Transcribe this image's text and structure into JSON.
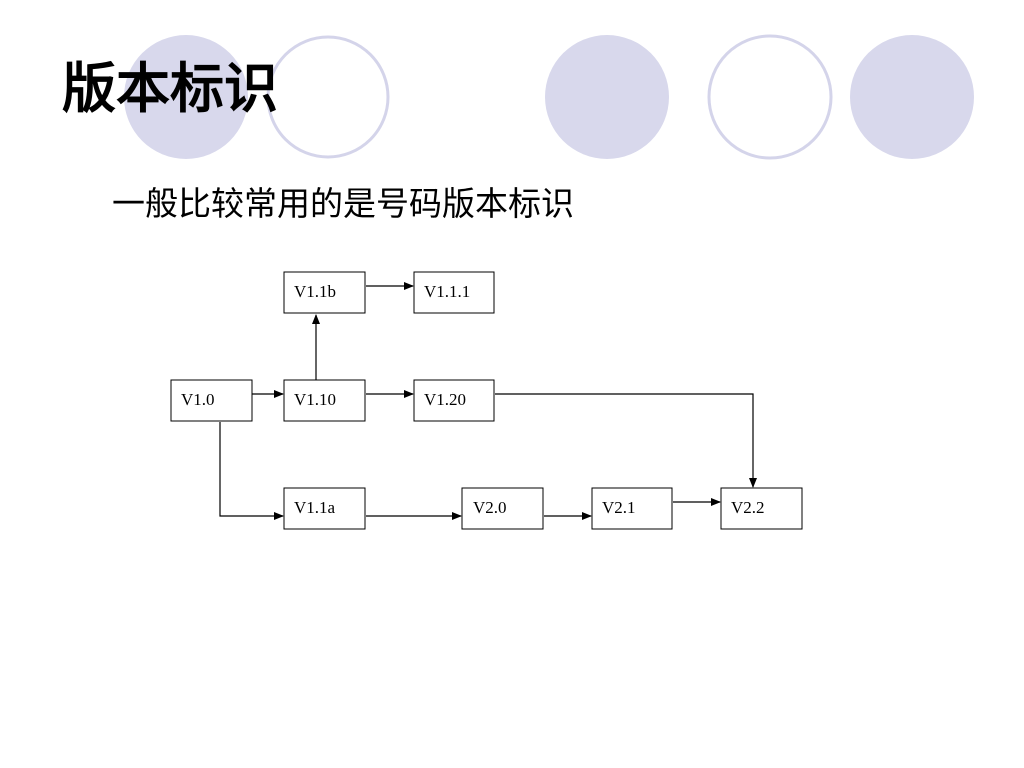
{
  "slide": {
    "title": "版本标识",
    "subtitle": "一般比较常用的是号码版本标识"
  },
  "colors": {
    "circle_fill": "#d8d8ec",
    "circle_stroke": "#d4d4ea",
    "box_stroke": "#000000",
    "arrow": "#000000"
  },
  "diagram": {
    "nodes": [
      {
        "id": "v1_0",
        "label": "V1.0"
      },
      {
        "id": "v1_10",
        "label": "V1.10"
      },
      {
        "id": "v1_1b",
        "label": "V1.1b"
      },
      {
        "id": "v1_1_1",
        "label": "V1.1.1"
      },
      {
        "id": "v1_20",
        "label": "V1.20"
      },
      {
        "id": "v1_1a",
        "label": "V1.1a"
      },
      {
        "id": "v2_0",
        "label": "V2.0"
      },
      {
        "id": "v2_1",
        "label": "V2.1"
      },
      {
        "id": "v2_2",
        "label": "V2.2"
      }
    ],
    "edges": [
      {
        "from": "v1_0",
        "to": "v1_10"
      },
      {
        "from": "v1_10",
        "to": "v1_20"
      },
      {
        "from": "v1_10",
        "to": "v1_1b"
      },
      {
        "from": "v1_1b",
        "to": "v1_1_1"
      },
      {
        "from": "v1_0",
        "to": "v1_1a"
      },
      {
        "from": "v1_1a",
        "to": "v2_0"
      },
      {
        "from": "v2_0",
        "to": "v2_1"
      },
      {
        "from": "v2_1",
        "to": "v2_2"
      },
      {
        "from": "v1_20",
        "to": "v2_2"
      }
    ]
  }
}
